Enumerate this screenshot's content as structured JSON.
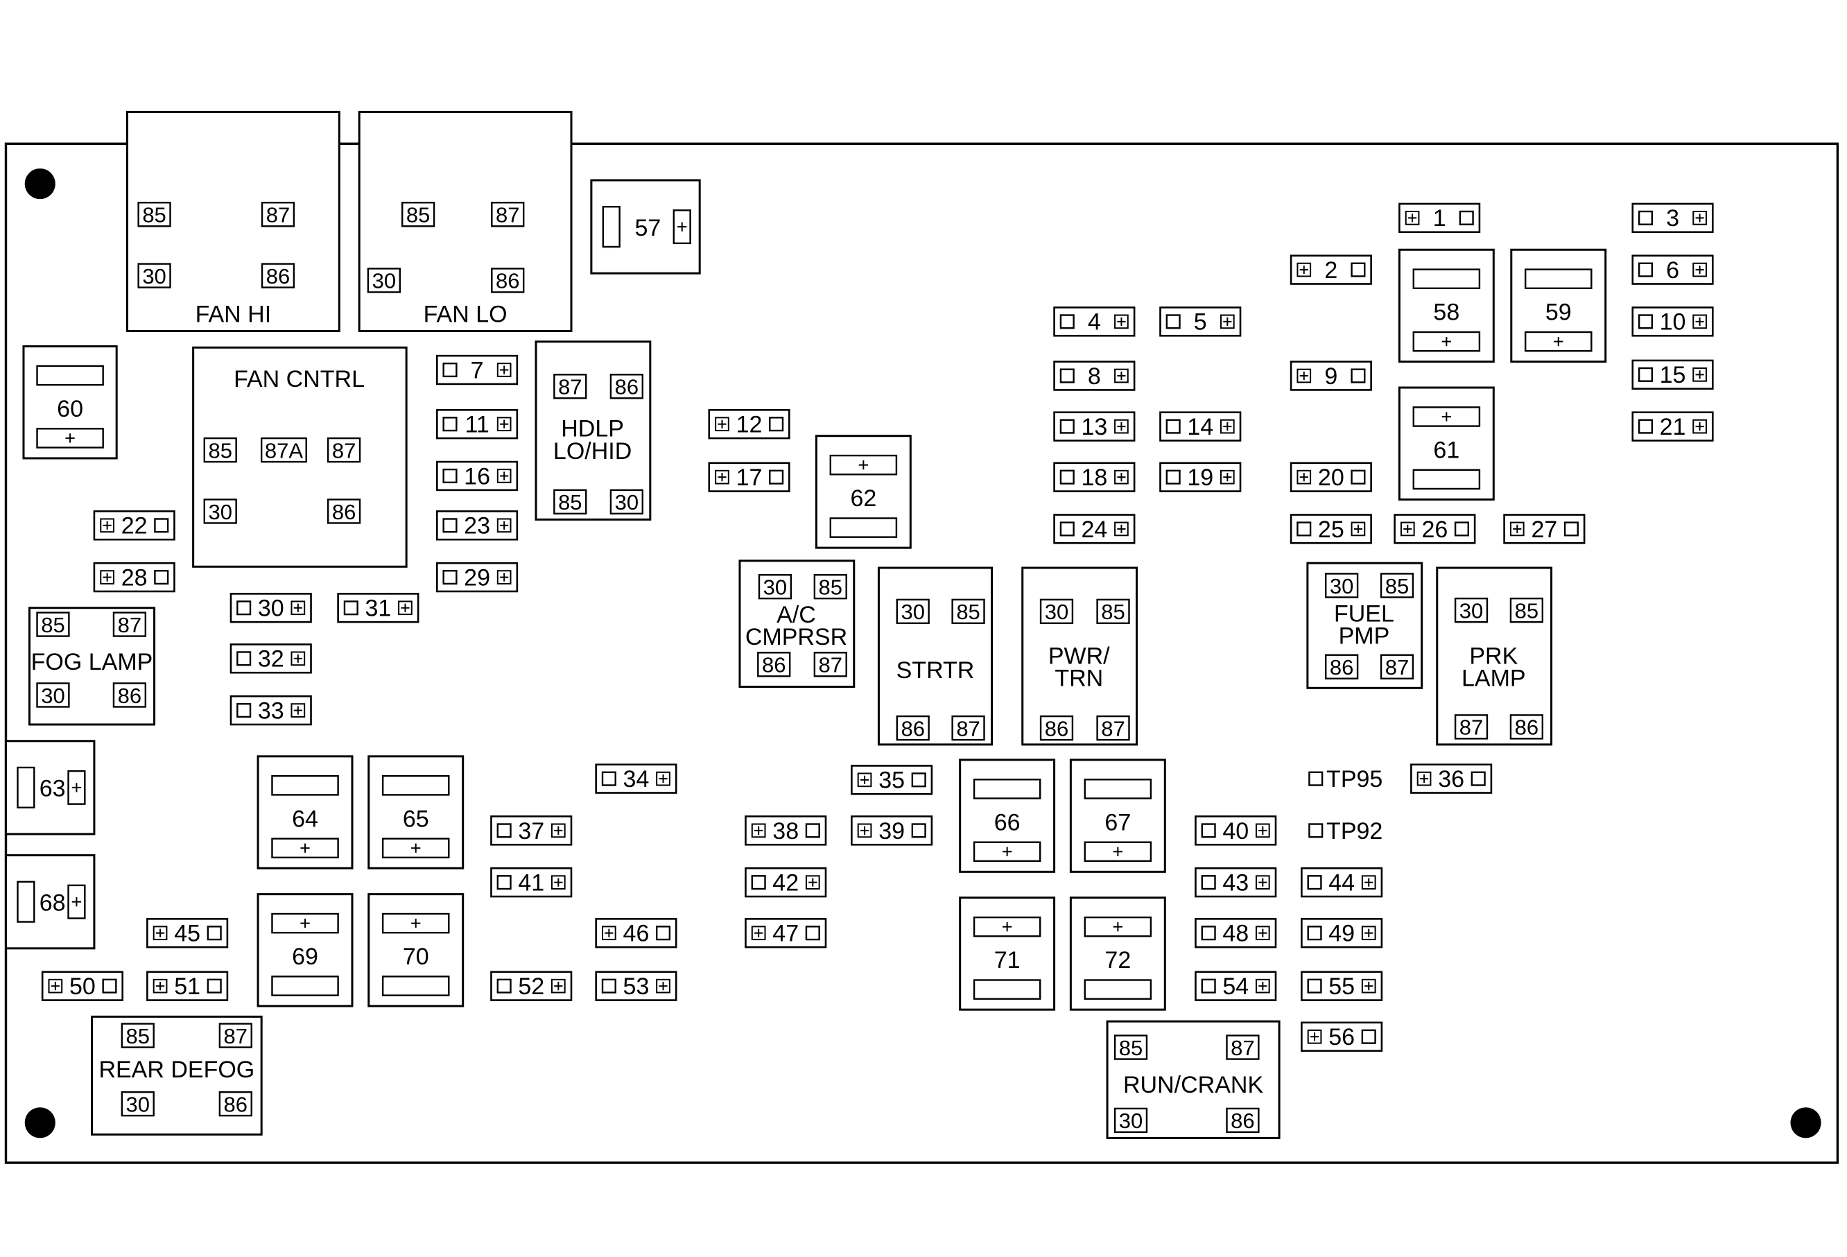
{
  "diagram": {
    "relays": {
      "fan_hi": {
        "label": "FAN HI",
        "pins": [
          "85",
          "87",
          "30",
          "86"
        ]
      },
      "fan_lo": {
        "label": "FAN LO",
        "pins": [
          "85",
          "87",
          "30",
          "86"
        ]
      },
      "fan_cntrl": {
        "label": "FAN CNTRL",
        "pins": [
          "85",
          "87A",
          "87",
          "30",
          "86"
        ]
      },
      "hdlp": {
        "label": [
          "HDLP",
          "LO/HID"
        ],
        "pins": [
          "87",
          "86",
          "85",
          "30"
        ]
      },
      "fog_lamp": {
        "label": "FOG LAMP",
        "pins": [
          "85",
          "87",
          "30",
          "86"
        ]
      },
      "ac_cmprsr": {
        "label": [
          "A/C",
          "CMPRSR"
        ],
        "pins": [
          "30",
          "85",
          "86",
          "87"
        ]
      },
      "strtr": {
        "label": "STRTR",
        "pins": [
          "30",
          "85",
          "86",
          "87"
        ]
      },
      "pwr_trn": {
        "label": [
          "PWR/",
          "TRN"
        ],
        "pins": [
          "30",
          "85",
          "86",
          "87"
        ]
      },
      "fuel_pmp": {
        "label": [
          "FUEL",
          "PMP"
        ],
        "pins": [
          "30",
          "85",
          "86",
          "87"
        ]
      },
      "prk_lamp": {
        "label": [
          "PRK",
          "LAMP"
        ],
        "pins": [
          "30",
          "85",
          "87",
          "86"
        ]
      },
      "rear_defog": {
        "label": "REAR DEFOG",
        "pins": [
          "85",
          "87",
          "30",
          "86"
        ]
      },
      "run_crank": {
        "label": "RUN/CRANK",
        "pins": [
          "85",
          "87",
          "30",
          "86"
        ]
      }
    },
    "large_fuses": [
      "57",
      "58",
      "59",
      "60",
      "61",
      "62",
      "63",
      "64",
      "65",
      "66",
      "67",
      "68",
      "69",
      "70",
      "71",
      "72"
    ],
    "mini_fuses": [
      "1",
      "2",
      "3",
      "4",
      "5",
      "6",
      "7",
      "8",
      "9",
      "10",
      "11",
      "12",
      "13",
      "14",
      "15",
      "16",
      "17",
      "18",
      "19",
      "20",
      "21",
      "22",
      "23",
      "24",
      "25",
      "26",
      "27",
      "28",
      "29",
      "30",
      "31",
      "32",
      "33",
      "34",
      "35",
      "36",
      "37",
      "38",
      "39",
      "40",
      "41",
      "42",
      "43",
      "44",
      "45",
      "46",
      "47",
      "48",
      "49",
      "50",
      "51",
      "52",
      "53",
      "54",
      "55",
      "56"
    ],
    "test_points": [
      "TP95",
      "TP92"
    ],
    "plus_symbol": "+"
  }
}
